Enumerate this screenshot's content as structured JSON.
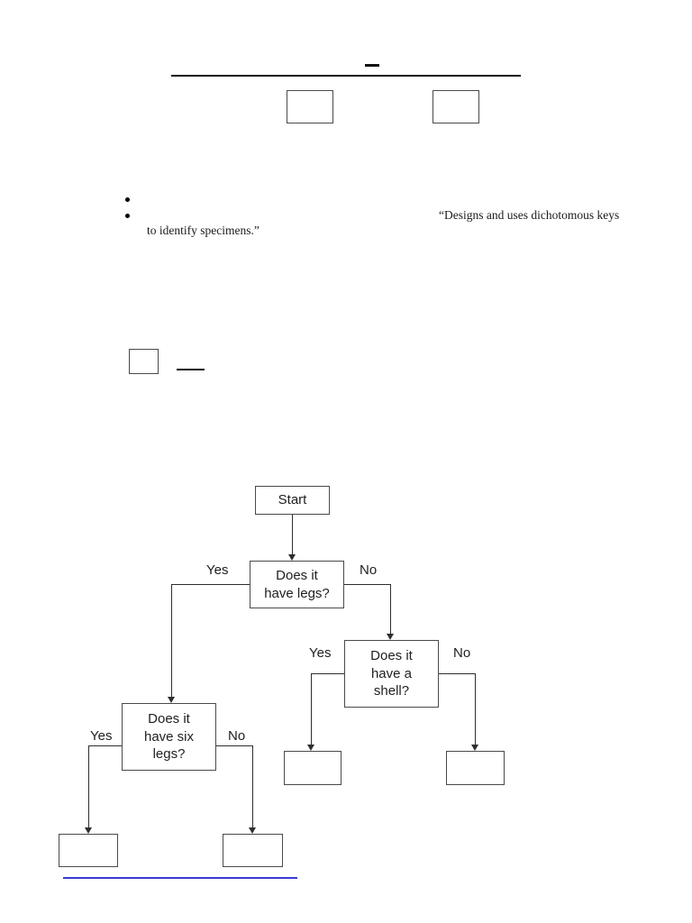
{
  "document": {
    "bullet_quote": {
      "line1": "“Designs and uses dichotomous keys",
      "line2": "to identify specimens.”"
    }
  },
  "flowchart": {
    "start_label": "Start",
    "question_legs": "Does it\nhave legs?",
    "question_shell": "Does it\nhave a\nshell?",
    "question_six_legs": "Does it\nhave six\nlegs?",
    "yes_label": "Yes",
    "no_label": "No"
  }
}
